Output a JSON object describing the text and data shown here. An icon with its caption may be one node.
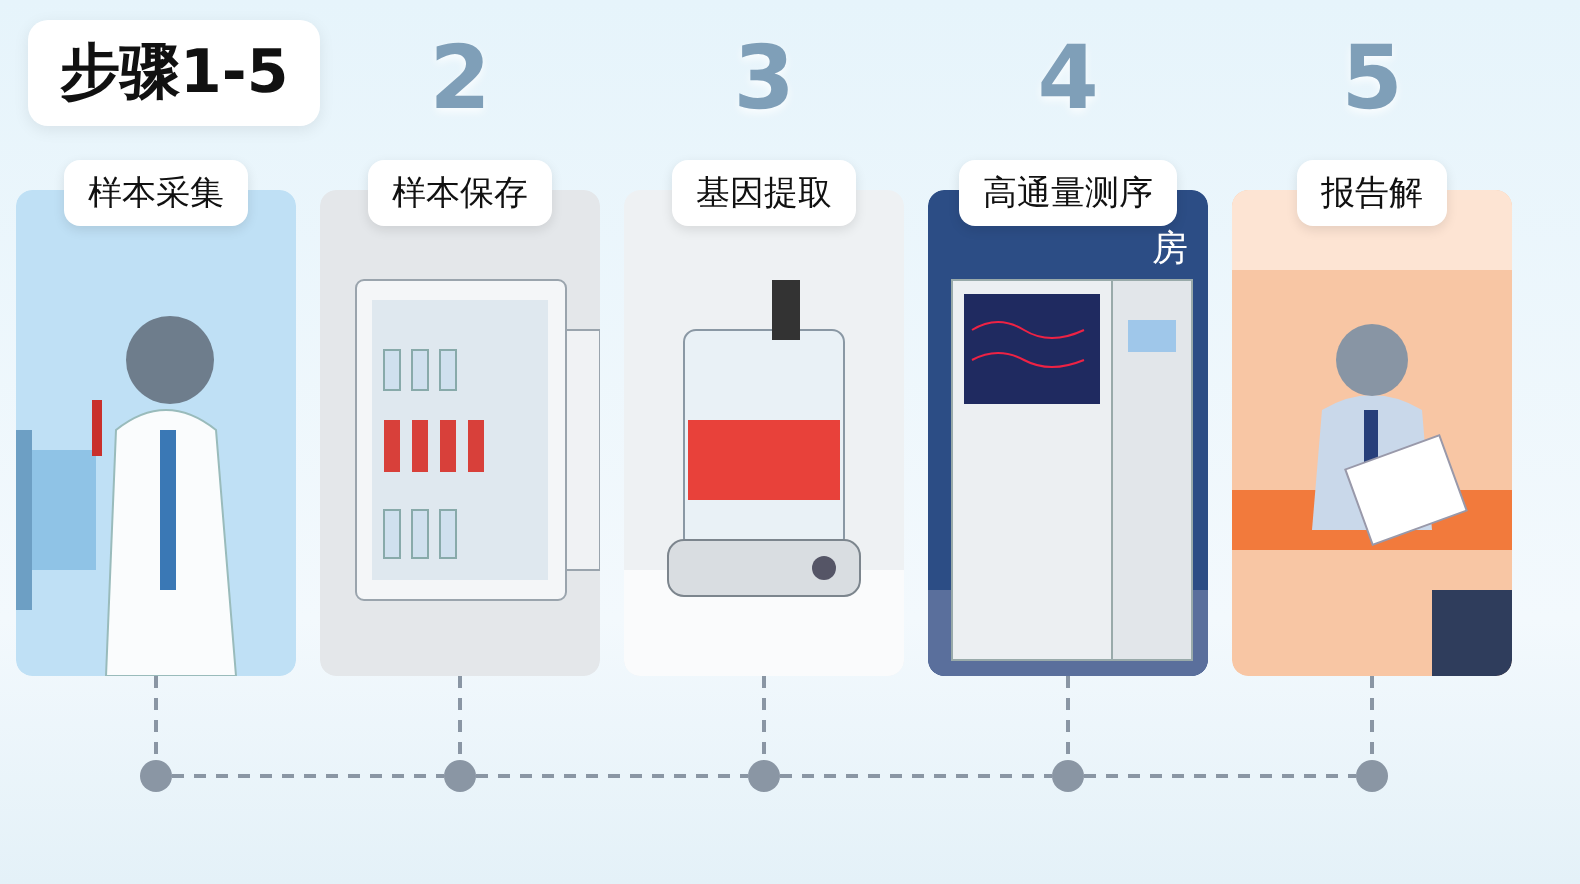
{
  "diagram": {
    "title": "步骤1-5",
    "nodes": [
      {
        "text": [
          "样本采集"
        ]
      },
      {
        "text": [
          "样本保存"
        ],
        "beside": [
          "2"
        ]
      },
      {
        "text": [
          "基因提取"
        ],
        "beside": [
          "3"
        ]
      },
      {
        "text": [
          "高通量测序"
        ],
        "beside": [
          "4"
        ]
      },
      {
        "text": [
          "报告解"
        ],
        "beside": [
          "5"
        ]
      },
      {
        "text": [],
        "shape": "circle"
      },
      {
        "text": [],
        "shape": "circle"
      },
      {
        "text": [],
        "shape": "circle"
      },
      {
        "text": [],
        "shape": "circle"
      },
      {
        "text": [],
        "shape": "circle"
      }
    ],
    "edges": [
      {
        "from": 0,
        "to": 5,
        "arrow": "none",
        "style": "dashed"
      },
      {
        "from": 1,
        "to": 6,
        "arrow": "none",
        "style": "dashed"
      },
      {
        "from": 2,
        "to": 7,
        "arrow": "none",
        "style": "dashed"
      },
      {
        "from": 3,
        "to": 8,
        "arrow": "none",
        "style": "dashed"
      },
      {
        "from": 4,
        "to": 9,
        "arrow": "none",
        "style": "dashed"
      },
      {
        "from": 5,
        "to": 6,
        "arrow": "none",
        "style": "dashed"
      },
      {
        "from": 6,
        "to": 7,
        "arrow": "none",
        "style": "dashed"
      },
      {
        "from": 7,
        "to": 8,
        "arrow": "none",
        "style": "dashed"
      },
      {
        "from": 8,
        "to": 9,
        "arrow": "none",
        "style": "dashed"
      }
    ],
    "labels": [
      "房"
    ]
  }
}
